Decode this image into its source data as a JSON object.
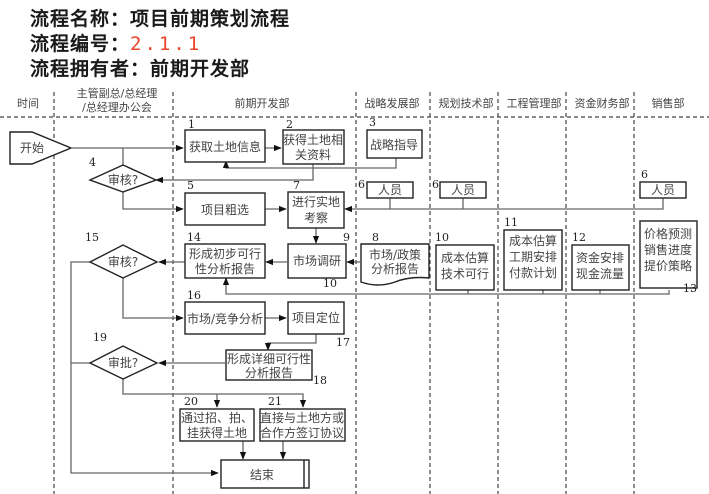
{
  "header": {
    "name_label": "流程名称：",
    "name_value": "项目前期策划流程",
    "number_label": "流程编号：",
    "number_value": "2.1.1",
    "number_color": "#e8462a",
    "owner_label": "流程拥有者：",
    "owner_value": "前期开发部"
  },
  "lanes": [
    {
      "label": "时间"
    },
    {
      "label_line1": "主管副总/总经理",
      "label_line2": "/总经理办公会"
    },
    {
      "label": "前期开发部"
    },
    {
      "label": "战略发展部"
    },
    {
      "label": "规划技术部"
    },
    {
      "label": "工程管理部"
    },
    {
      "label": "资金财务部"
    },
    {
      "label": "销售部"
    }
  ],
  "nodes": {
    "start": {
      "label": "开始"
    },
    "n1": {
      "num": "1",
      "label": "获取土地信息"
    },
    "n2": {
      "num": "2",
      "line1": "获得土地相",
      "line2": "关资料"
    },
    "n3": {
      "num": "3",
      "label": "战略指导"
    },
    "n4": {
      "num": "4",
      "label": "审核?"
    },
    "n5": {
      "num": "5",
      "label": "项目粗选"
    },
    "n6a": {
      "num": "6",
      "label": "人员"
    },
    "n6b": {
      "num": "6",
      "label": "人员"
    },
    "n6c": {
      "num": "6",
      "label": "人员"
    },
    "n7": {
      "num": "7",
      "line1": "进行实地",
      "line2": "考察"
    },
    "n8": {
      "num": "8",
      "line1": "市场/政策",
      "line2": "分析报告"
    },
    "n9": {
      "num": "9",
      "label": "市场调研"
    },
    "n10_label": {
      "num": "10"
    },
    "n10": {
      "num": "10",
      "line1": "成本估算",
      "line2": "技术可行"
    },
    "n11": {
      "num": "11",
      "line1": "成本估算",
      "line2": "工期安排",
      "line3": "付款计划"
    },
    "n12": {
      "num": "12",
      "line1": "资金安排",
      "line2": "现金流量"
    },
    "n13": {
      "num": "13",
      "line1": "价格预测",
      "line2": "销售进度",
      "line3": "提价策略"
    },
    "n14": {
      "num": "14",
      "line1": "形成初步可行",
      "line2": "性分析报告"
    },
    "n15": {
      "num": "15",
      "label": "审核?"
    },
    "n16": {
      "num": "16",
      "label": "市场/竞争分析"
    },
    "n17": {
      "num": "17",
      "label": "项目定位"
    },
    "n18": {
      "num": "18",
      "line1": "形成详细可行性",
      "line2": "分析报告"
    },
    "n19": {
      "num": "19",
      "label": "审批?"
    },
    "n20": {
      "num": "20",
      "line1": "通过招、拍、",
      "line2": "挂获得土地"
    },
    "n21": {
      "num": "21",
      "line1": "直接与土地方或",
      "line2": "合作方签订协议"
    },
    "end": {
      "label": "结束"
    }
  }
}
